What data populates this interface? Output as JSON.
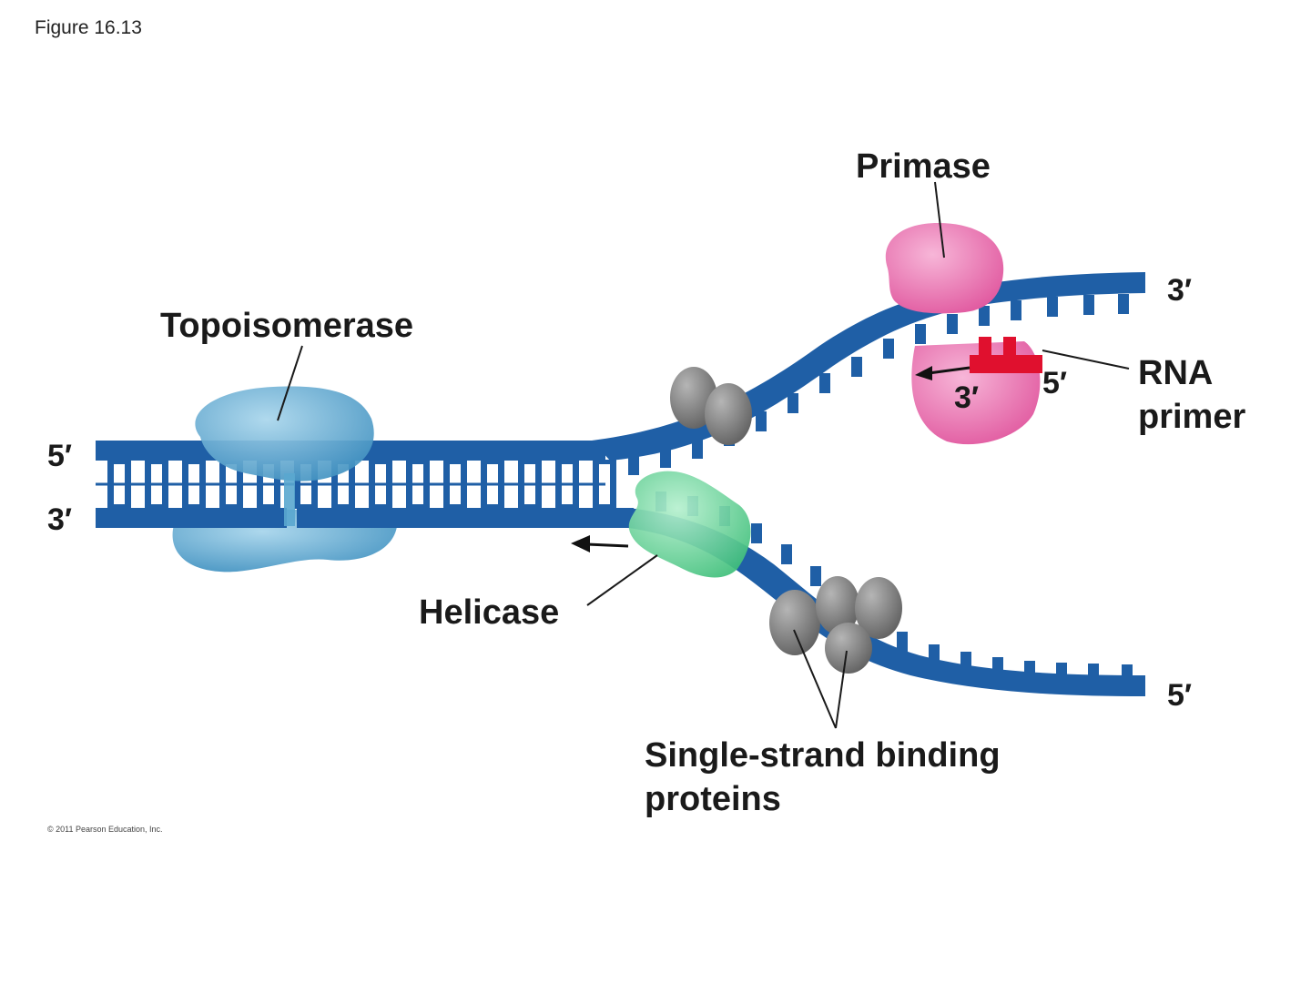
{
  "figure_label": "Figure 16.13",
  "copyright": "© 2011 Pearson Education, Inc.",
  "labels": {
    "topoisomerase": "Topoisomerase",
    "primase": "Primase",
    "helicase": "Helicase",
    "rna_primer_line1": "RNA",
    "rna_primer_line2": "primer",
    "ssb_line1": "Single-strand binding",
    "ssb_line2": "proteins"
  },
  "ends": {
    "left_top": "5′",
    "left_bottom": "3′",
    "right_top": "3′",
    "right_bottom": "5′",
    "primer_3": "3′",
    "primer_5": "5′"
  },
  "colors": {
    "dna_strand": "#1f5fa6",
    "dna_dark": "#14447e",
    "topoisomerase": "#5aa7cf",
    "primase": "#ec6fb0",
    "helicase": "#5fcf92",
    "ssb_protein": "#7d7d7d",
    "rna_primer": "#e0102e"
  }
}
